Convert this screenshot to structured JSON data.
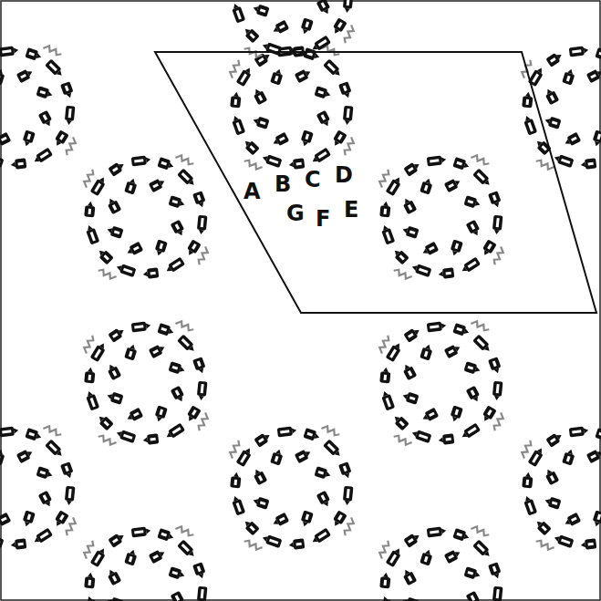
{
  "diagram": {
    "labels": [
      "A",
      "B",
      "C",
      "D",
      "G",
      "F",
      "E"
    ]
  }
}
